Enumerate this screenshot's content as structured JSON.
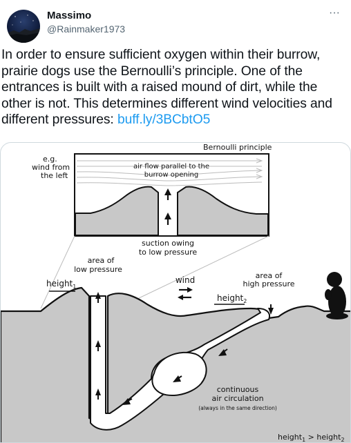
{
  "tweet": {
    "author_name": "Massimo",
    "author_handle": "@Rainmaker1973",
    "more_icon": "more-horizontal-icon",
    "text_before_link": "In order to ensure sufficient oxygen within their burrow, prairie dogs use the Bernoulli’s principle. One of the entrances is built with a raised mound of dirt, while the other is not. This determines different wind velocities and different pressures: ",
    "link_text": "buff.ly/3BCbtO5",
    "link_color": "#1d9bf0"
  },
  "diagram": {
    "title": "Bernoulli principle",
    "inset_wind_1": "e.g.",
    "inset_wind_2": "wind from",
    "inset_wind_3": "the left",
    "inset_airflow_1": "air flow parallel to the",
    "inset_airflow_2": "burrow opening",
    "suction_1": "suction owing",
    "suction_2": "to low pressure",
    "low_pressure_1": "area of",
    "low_pressure_2": "low pressure",
    "height1": "height",
    "height1_sub": "1",
    "wind": "wind",
    "high_pressure_1": "area of",
    "high_pressure_2": "high pressure",
    "height2": "height",
    "height2_sub": "2",
    "circulation_1": "continuous",
    "circulation_2": "air circulation",
    "circulation_3": "(always in the same direction)",
    "formula_a": "height",
    "formula_a_sub": "1",
    "formula_op": " > ",
    "formula_b": "height",
    "formula_b_sub": "2",
    "ground_color": "#c8c8c8"
  }
}
